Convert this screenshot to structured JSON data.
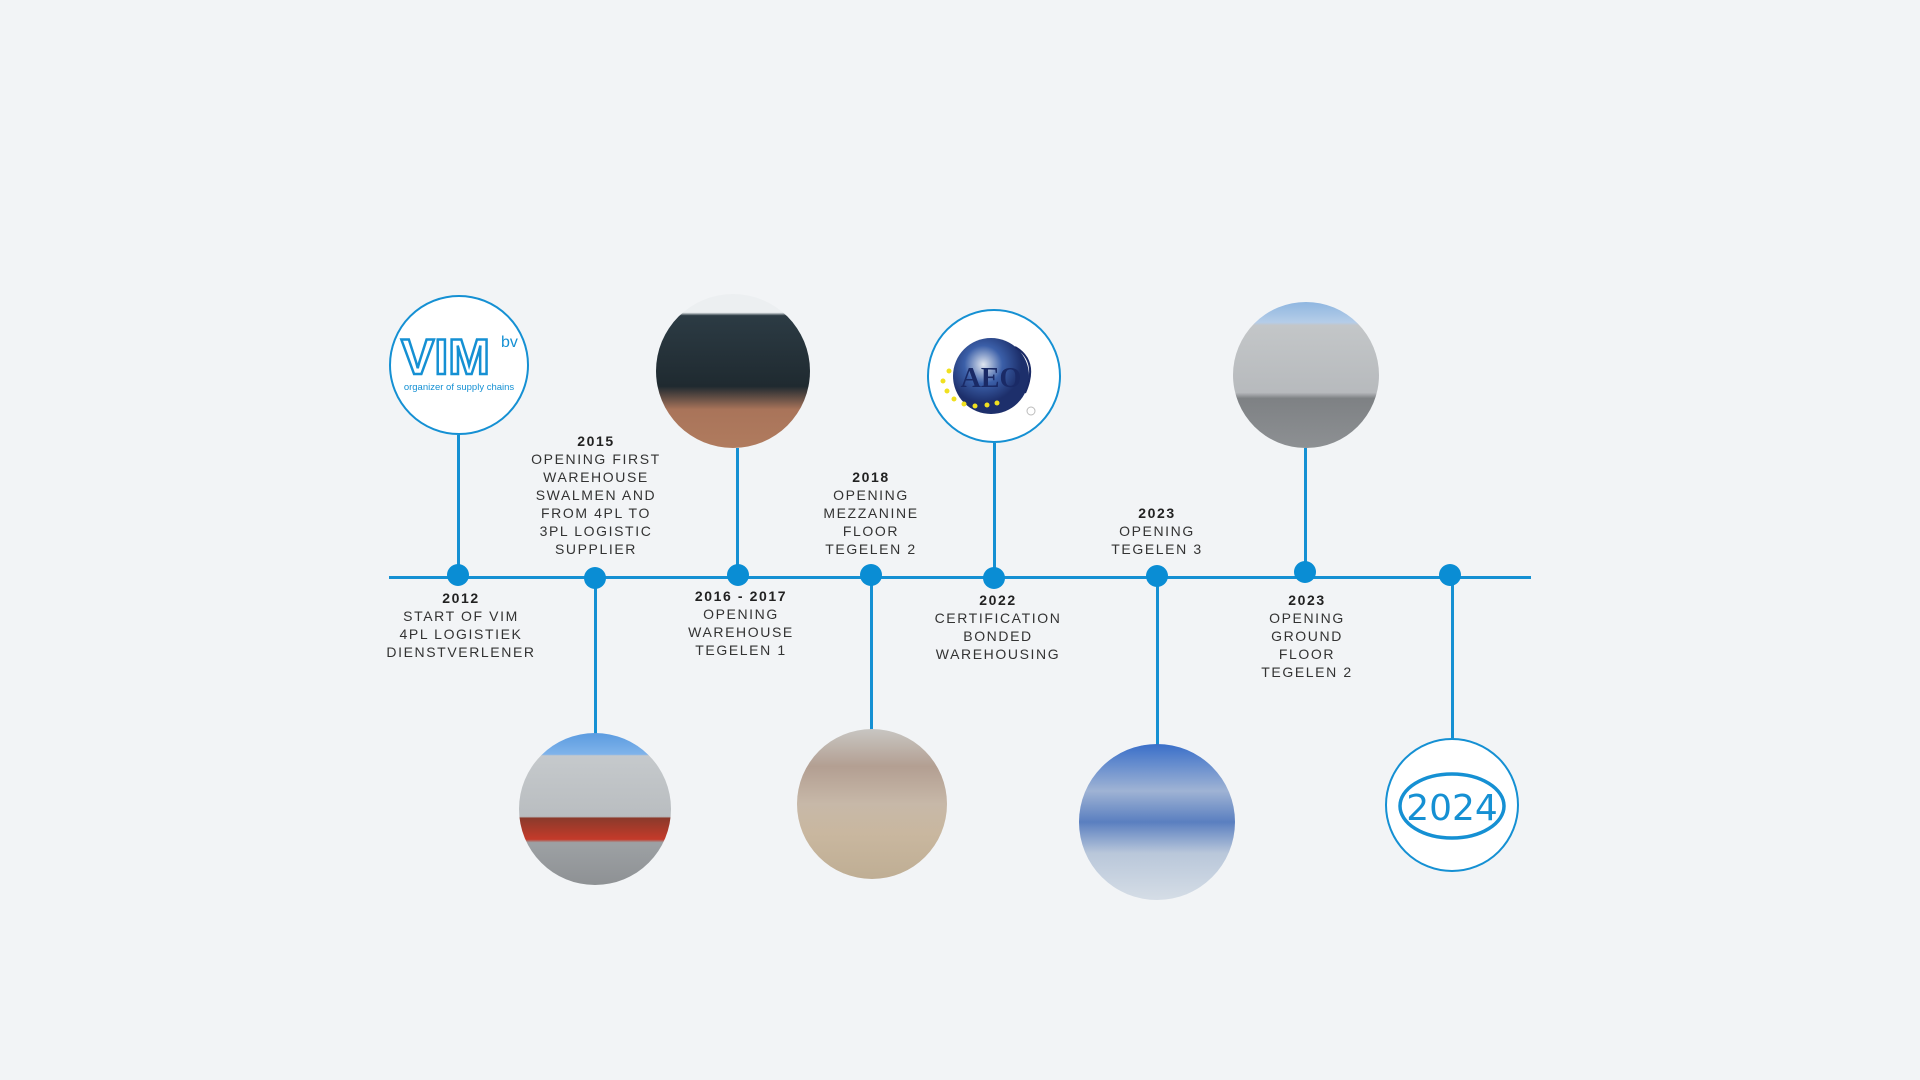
{
  "accent_color": "#1590d3",
  "events": [
    {
      "year": "2012",
      "lines": [
        "START OF VIM",
        "4PL LOGISTIEK",
        "DIENSTVERLENER"
      ],
      "image": "vim-logo"
    },
    {
      "year": "2015",
      "lines": [
        "OPENING FIRST",
        "WAREHOUSE",
        "SWALMEN AND",
        "FROM 4PL TO",
        "3PL LOGISTIC",
        "SUPPLIER"
      ],
      "image": "warehouse-swalmen-photo"
    },
    {
      "year": "2016 - 2017",
      "lines": [
        "OPENING",
        "WAREHOUSE",
        "TEGELEN 1"
      ],
      "image": "warehouse-tegelen-1-photo"
    },
    {
      "year": "2018",
      "lines": [
        "OPENING",
        "MEZZANINE",
        "FLOOR",
        "TEGELEN 2"
      ],
      "image": "mezzanine-photo"
    },
    {
      "year": "2022",
      "lines": [
        "CERTIFICATION",
        "BONDED",
        "WAREHOUSING"
      ],
      "image": "aeo-logo"
    },
    {
      "year": "2023",
      "lines": [
        "OPENING",
        "TEGELEN 3"
      ],
      "image": "tegelen-3-interior-photo"
    },
    {
      "year": "2023",
      "lines": [
        "OPENING",
        "GROUND",
        "FLOOR",
        "TEGELEN 2"
      ],
      "image": "tegelen-2-exterior-photo"
    },
    {
      "year": "",
      "lines": [],
      "image": "2024-badge"
    }
  ],
  "logos": {
    "vim_main": "VIM",
    "vim_sup": "bv",
    "vim_tagline": "organizer of supply chains",
    "aeo": "AEO",
    "badge_2024": "2024"
  }
}
